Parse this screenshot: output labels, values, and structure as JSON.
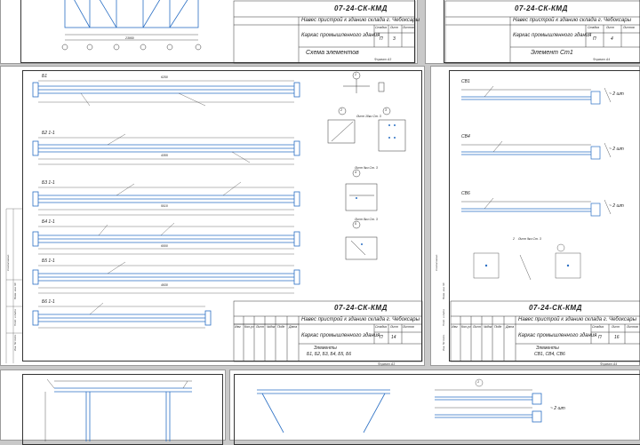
{
  "sheets": [
    {
      "id": "s1",
      "code": "07-24-СК-КМД",
      "project": "Навес пристрой к зданию склада г. Чебоксары",
      "section": "Каркас промышленного здания",
      "stage": "П",
      "sheet_no": "3",
      "title": "Схема элементов",
      "format": "Формат А3"
    },
    {
      "id": "s2",
      "code": "07-24-СК-КМД",
      "project": "Навес пристрой к зданию склада г. Чебоксары",
      "section": "Каркас промышленного здания",
      "stage": "П",
      "sheet_no": "4",
      "title": "Элемент Ст1",
      "format": "Формат А4"
    },
    {
      "id": "s3",
      "code": "07-24-СК-КМД",
      "project": "Навес пристрой к зданию склада г. Чебоксары",
      "section": "Каркас промышленного здания",
      "stage": "П",
      "sheet_no": "14",
      "title": "Элементы",
      "title2": "Б1, Б2, Б3, Б4, Б5, Б6",
      "format": "Формат А3"
    },
    {
      "id": "s4",
      "code": "07-24-СК-КМД",
      "project": "Навес пристрой к зданию склада г. Чебоксары",
      "section": "Каркас промышленного здания",
      "stage": "П",
      "sheet_no": "16",
      "title": "Элементы",
      "title2": "СВ1, СВ4, СВ6",
      "format": "Формат А4"
    }
  ],
  "table_headers": {
    "izm": "Изм",
    "kol": "Кол.уч",
    "list": "Лист",
    "ndok": "№док",
    "podp": "Подп",
    "data": "Дата",
    "stadia": "Стадия",
    "list2": "Лист",
    "listov": "Листов"
  },
  "side_labels": {
    "inv": "Инв. № подл.",
    "podp": "Подп. и дата",
    "vzam": "Взам. инв. №",
    "sogl": "Согласовано"
  },
  "beams": [
    "Б1",
    "Б2 1-1",
    "Б3 1-1",
    "Б4 1-1",
    "Б5 1-1",
    "Б6 1-1"
  ],
  "braces": [
    "СВ1",
    "СВ4",
    "СВ6"
  ],
  "brace_notes": [
    "~ 2 шт",
    "~ 2 шт",
    "~ 2 шт",
    "~ 2 шт"
  ],
  "callouts": {
    "c1": "1",
    "c2": "2",
    "c3": "3",
    "c4": "4",
    "c5": "5",
    "c6": "6",
    "sheet_ref1": "Лист 10ки Ст. 3",
    "sheet_ref2": "Лист 9ки Ст. 3",
    "sheet_ref3": "Лист 8ки Ст. 3",
    "ref_sv": "Лист 9ки Ст. 3"
  },
  "axis_numbers": [
    "1",
    "2",
    "3",
    "4",
    "5",
    "6"
  ],
  "dims": {
    "d1": "6250",
    "d2": "23950",
    "d3": "6000",
    "d4": "4355",
    "d5": "5010",
    "d6": "6250",
    "d7": "4930"
  }
}
